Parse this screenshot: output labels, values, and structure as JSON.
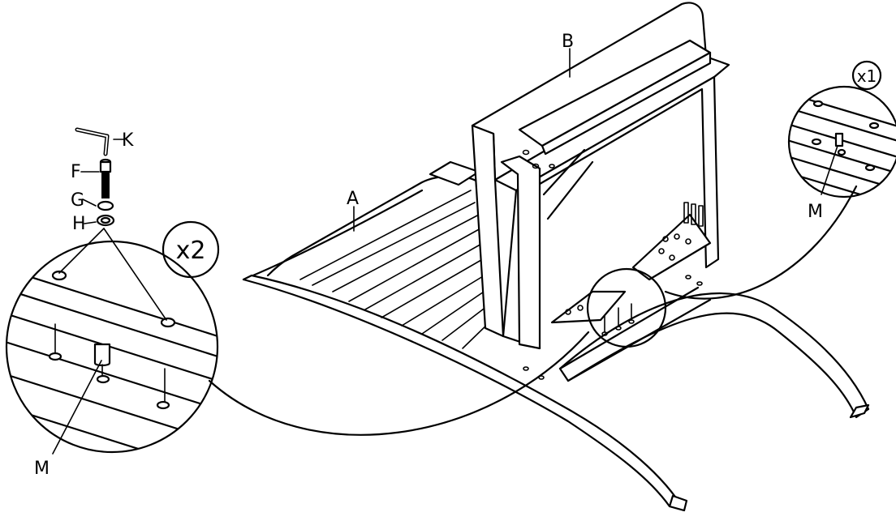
{
  "labels": {
    "part_a": "A",
    "part_b": "B",
    "part_k": "K",
    "part_f": "F",
    "part_g": "G",
    "part_h": "H",
    "part_m_left": "M",
    "part_m_right": "M",
    "qty_left": "x2",
    "qty_right": "x1"
  }
}
